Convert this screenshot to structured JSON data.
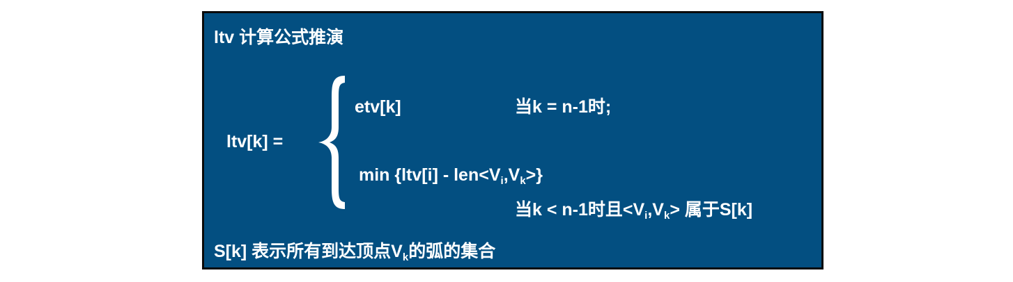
{
  "title": "ltv 计算公式推演",
  "lhs": "ltv[k] =",
  "case1": {
    "expr": "etv[k]",
    "cond": "当k = n-1时;"
  },
  "case2": {
    "expr_prefix": "min {ltv[i] - len<V",
    "sub_i": "i",
    "comma": ",V",
    "sub_k": "k",
    "expr_suffix": ">}",
    "cond_prefix": "当k < n-1时且<V",
    "cond_sub_i": "i",
    "cond_comma": ",V",
    "cond_sub_k": "k",
    "cond_suffix": "> 属于S[k]"
  },
  "footnote": {
    "prefix": "S[k] 表示所有到达顶点V",
    "sub_k": "k",
    "suffix": "的弧的集合"
  },
  "colors": {
    "panel_bg": "#034f81",
    "border": "#0a0a0a",
    "text": "#ffffff"
  }
}
